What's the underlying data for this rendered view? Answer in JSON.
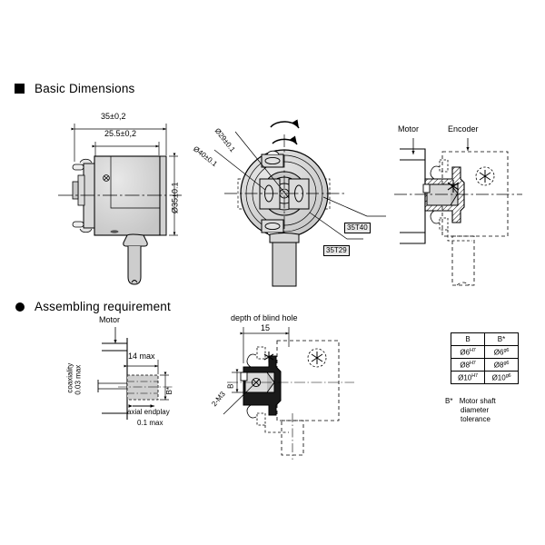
{
  "document": {
    "background_color": "#ffffff",
    "line_color": "#000000",
    "fill_gray": "#cfcfcf",
    "fill_light": "#e4e4e4"
  },
  "sections": [
    {
      "id": "basic-dimensions",
      "bullet": "filled-square",
      "title": "Basic Dimensions"
    },
    {
      "id": "assembling-requirement",
      "bullet": "filled-circle",
      "title": "Assembling requirement"
    }
  ],
  "views": {
    "side_view": {
      "name": "encoder-side-view",
      "dimensions": {
        "overall_length": "35±0,2",
        "body_length": "25.5±0,2",
        "body_diameter": "Ø35±0.1"
      }
    },
    "front_view": {
      "name": "encoder-front-view",
      "dimensions": {
        "bolt_circle_outer": "Ø40±0.1",
        "bolt_circle_inner": "Ø29±0.1"
      },
      "callouts": [
        {
          "label": "35T40"
        },
        {
          "label": "35T29"
        }
      ],
      "rotation_arrows": 2
    },
    "mounting_view": {
      "name": "motor-encoder-mounting-view",
      "labels": {
        "left": "Motor",
        "right": "Encoder"
      }
    },
    "assembly_view": {
      "name": "motor-shaft-assembly-view",
      "labels": {
        "motor": "Motor",
        "shaft_length": "14 max",
        "coaxiality": "coaxiality\n0.03 max",
        "coaxiality_line1": "coaxiality",
        "coaxiality_line2": "0.03 max",
        "endplay_line1": "axial endplay",
        "endplay_line2": "0.1 max",
        "shaft_dia": "B*"
      }
    },
    "blind_hole_view": {
      "name": "blind-hole-depth-view",
      "labels": {
        "title": "depth of blind hole",
        "depth": "15",
        "bore": "B",
        "threads": "2-M3"
      }
    }
  },
  "table": {
    "name": "shaft-tolerance-table",
    "headers": [
      "B",
      "B*"
    ],
    "rows": [
      {
        "bore": "Ø6",
        "bore_tol": "H7",
        "shaft": "Ø6",
        "shaft_tol": "g6"
      },
      {
        "bore": "Ø8",
        "bore_tol": "H7",
        "shaft": "Ø8",
        "shaft_tol": "g6"
      },
      {
        "bore": "Ø10",
        "bore_tol": "H7",
        "shaft": "Ø10",
        "shaft_tol": "g6"
      }
    ],
    "note_key": "B*",
    "note_line1": "Motor shaft",
    "note_line2": "diameter",
    "note_line3": "tolerance"
  }
}
